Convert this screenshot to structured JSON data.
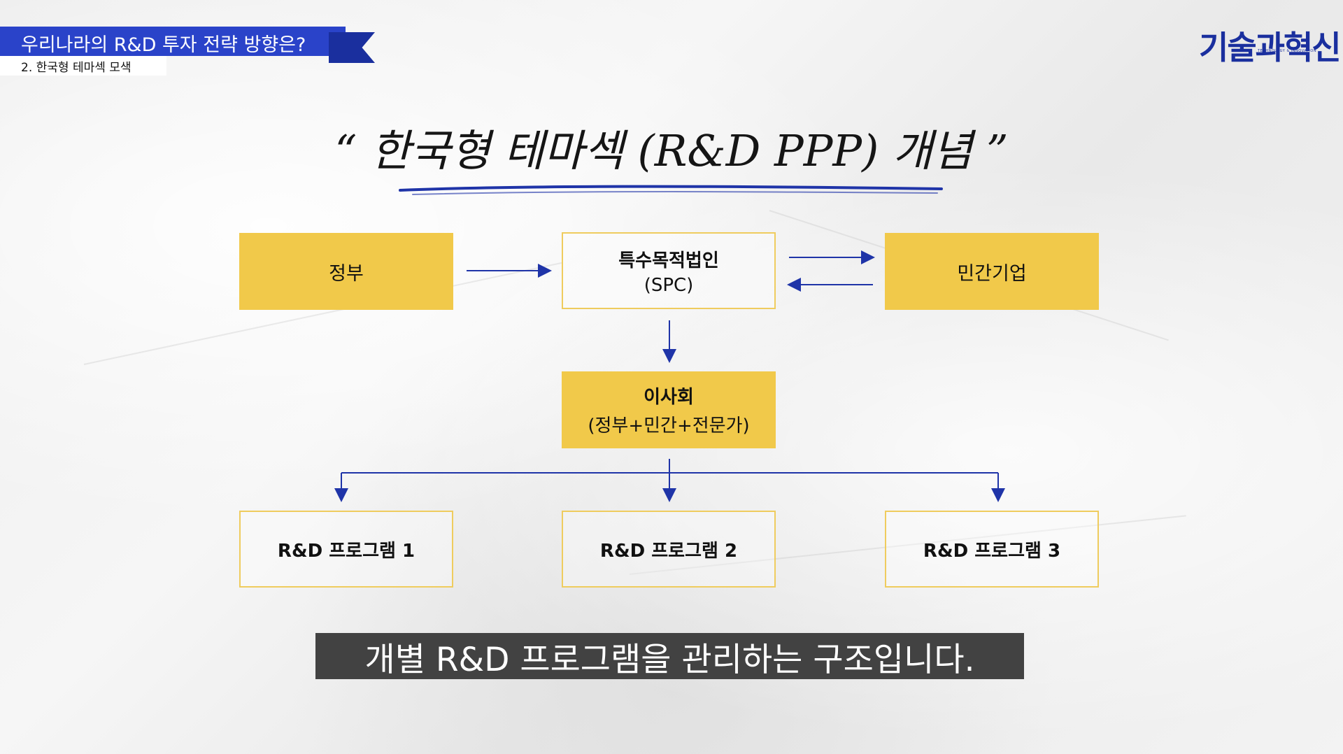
{
  "header": {
    "title": "우리나라의 R&D 투자 전략 방향은?",
    "subtitle": "2. 한국형 테마섹 모색"
  },
  "logo": {
    "main": "기술과혁신",
    "small": "TECHNOLOGY & INNOVATION"
  },
  "headline": {
    "text": "“ 한국형 테마섹 (R&D PPP) 개념 ”"
  },
  "diagram": {
    "government": "정부",
    "spc_title": "특수목적법인",
    "spc_sub": "(SPC)",
    "private": "민간기업",
    "board_title": "이사회",
    "board_sub": "(정부+민간+전문가)",
    "programs": [
      "R&D 프로그램 1",
      "R&D 프로그램 2",
      "R&D 프로그램 3"
    ]
  },
  "caption": "개별 R&D 프로그램을 관리하는 구조입니다.",
  "colors": {
    "accent_blue": "#2a43c9",
    "box_yellow": "#f1c94a",
    "arrow_blue": "#1f34a8"
  }
}
